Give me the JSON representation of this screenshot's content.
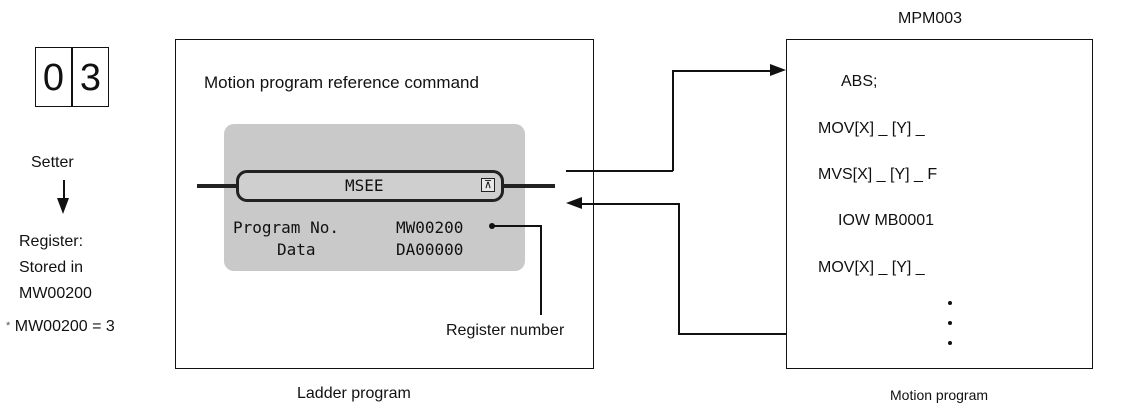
{
  "setter": {
    "digits": [
      "0",
      "3"
    ],
    "label": "Setter",
    "register_lines": [
      "Register:",
      "Stored in",
      "MW00200"
    ],
    "note": "MW00200 = 3",
    "note_marker": "*"
  },
  "ladder": {
    "heading": "Motion program reference command",
    "command_name": "MSEE",
    "program_no_label": "Program No.",
    "program_no_value": "MW00200",
    "data_label": "Data",
    "data_value": "DA00000",
    "register_number_label": "Register number",
    "caption": "Ladder program"
  },
  "motion": {
    "title": "MPM003",
    "lines": [
      "ABS;",
      "MOV[X] _ [Y] _",
      "MVS[X] _ [Y] _ F",
      "IOW MB0001",
      "MOV[X] _ [Y] _"
    ],
    "caption": "Motion program"
  }
}
